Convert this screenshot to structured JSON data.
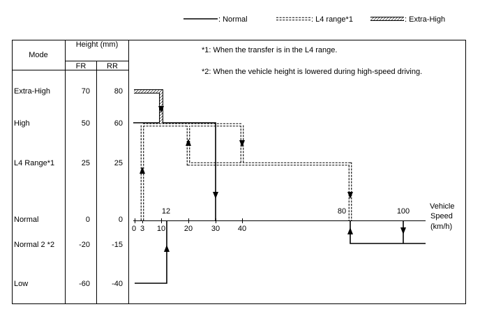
{
  "legend": {
    "normal": ": Normal",
    "l4": ": L4 range*1",
    "extra_high": ": Extra-High"
  },
  "table": {
    "mode_header": "Mode",
    "height_header": "Height (mm)",
    "fr_header": "FR",
    "rr_header": "RR",
    "rows": [
      {
        "mode": "Extra-High",
        "fr": "70",
        "rr": "80"
      },
      {
        "mode": "High",
        "fr": "50",
        "rr": "60"
      },
      {
        "mode": "L4 Range*1",
        "fr": "25",
        "rr": "25"
      },
      {
        "mode": "Normal",
        "fr": "0",
        "rr": "0"
      },
      {
        "mode": "Normal 2 *2",
        "fr": "-20",
        "rr": "-15"
      },
      {
        "mode": "Low",
        "fr": "-60",
        "rr": "-40"
      }
    ]
  },
  "notes": [
    "*1: When the transfer is in the L4 range.",
    "*2: When the vehicle height is lowered during high-speed driving."
  ],
  "axis": {
    "label_lines": [
      "Vehicle",
      "Speed",
      "(km/h)"
    ],
    "ticks_below": [
      "0",
      "3",
      "10",
      "20",
      "30",
      "40"
    ],
    "ticks_above": [
      "12",
      "80",
      "100"
    ]
  }
}
